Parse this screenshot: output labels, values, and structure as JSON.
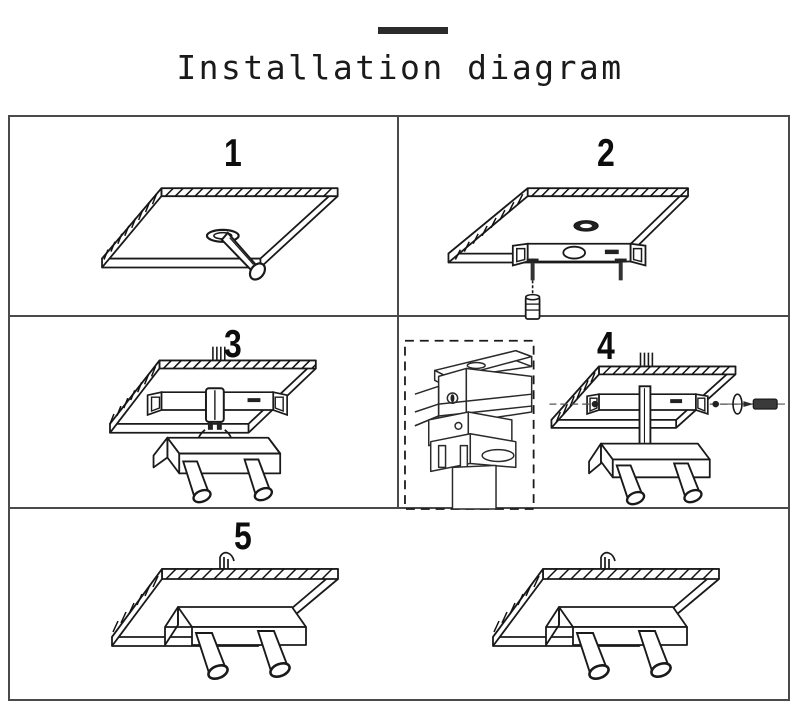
{
  "header": {
    "accent_bar_color": "#2b2b2b",
    "title": "Installation diagram"
  },
  "colors": {
    "ink": "#1a1a1a",
    "border": "#4a4a4a",
    "background": "#ffffff",
    "hatch": "#111111"
  },
  "diagram": {
    "kind": "ceiling-spotlight-installation",
    "step_count": 5,
    "panels": [
      {
        "number": "1",
        "name": "mark-and-drill-ceiling-hole",
        "caption": "",
        "elements": [
          "ceiling-plate",
          "drill-bit",
          "ceiling-hole"
        ]
      },
      {
        "number": "2",
        "name": "fix-mounting-bracket",
        "caption": "",
        "elements": [
          "ceiling-plate",
          "ceiling-hole",
          "mounting-bracket",
          "screw-left",
          "screw-right",
          "wall-anchor"
        ]
      },
      {
        "number": "3",
        "name": "attach-fixture-to-bracket",
        "caption": "",
        "elements": [
          "ceiling-plate",
          "mounting-bracket",
          "center-post",
          "wire-connector",
          "light-body",
          "spotlight-head-left",
          "spotlight-head-right"
        ]
      },
      {
        "number": "4",
        "name": "secure-fixture-with-screw",
        "caption": "",
        "elements": [
          "detail-inset",
          "ceiling-plate",
          "mounting-bracket",
          "center-post",
          "light-body",
          "spotlight-head-left",
          "spotlight-head-right",
          "alignment-axis",
          "fixing-screw"
        ]
      },
      {
        "number": "5",
        "name": "completed-installation",
        "caption": "",
        "elements": [
          "ceiling-plate",
          "light-body",
          "spotlight-head-left",
          "spotlight-head-right",
          "power-cable"
        ]
      }
    ],
    "bottom_row": {
      "name": "finished-result-row",
      "views": [
        "finished-view-left",
        "finished-view-right"
      ]
    }
  }
}
